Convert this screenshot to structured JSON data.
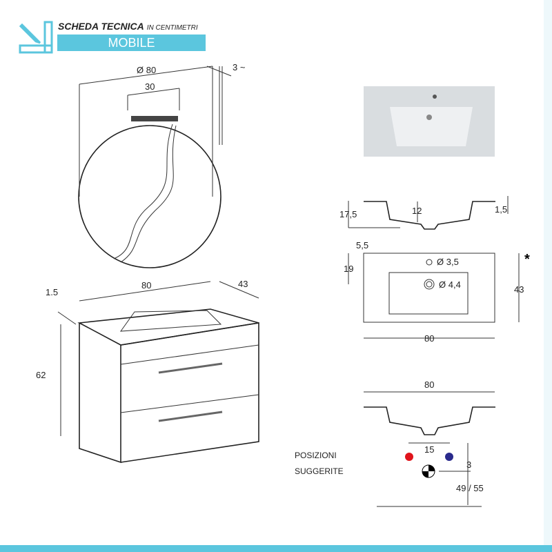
{
  "header": {
    "title": "SCHEDA TECNICA",
    "subtitle": "IN CENTIMETRI",
    "section": "MOBILE",
    "icon": "ruler-pencil-icon"
  },
  "mirror": {
    "diameter": "Ø 80",
    "lamp_width": "30",
    "depth": "3 ~"
  },
  "cabinet": {
    "thickness": "1.5",
    "width": "80",
    "depth": "43",
    "height": "62"
  },
  "basin_section": {
    "height": "17,5",
    "bowl_depth": "12",
    "top_thickness": "1,5"
  },
  "basin_plan": {
    "hole_offset": "5,5",
    "bowl_offset": "19",
    "tap_hole": "Ø 3,5",
    "drain": "Ø 4,4",
    "depth": "43",
    "width": "80",
    "note": "*"
  },
  "front_view": {
    "width": "80"
  },
  "suggested_positions": {
    "label_line1": "POSIZIONI",
    "label_line2": "SUGGERITE",
    "spacing": "15",
    "offset": "3",
    "drain_height": "49 / 55",
    "hot_color": "#e0141c",
    "cold_color": "#2a2a8c"
  }
}
